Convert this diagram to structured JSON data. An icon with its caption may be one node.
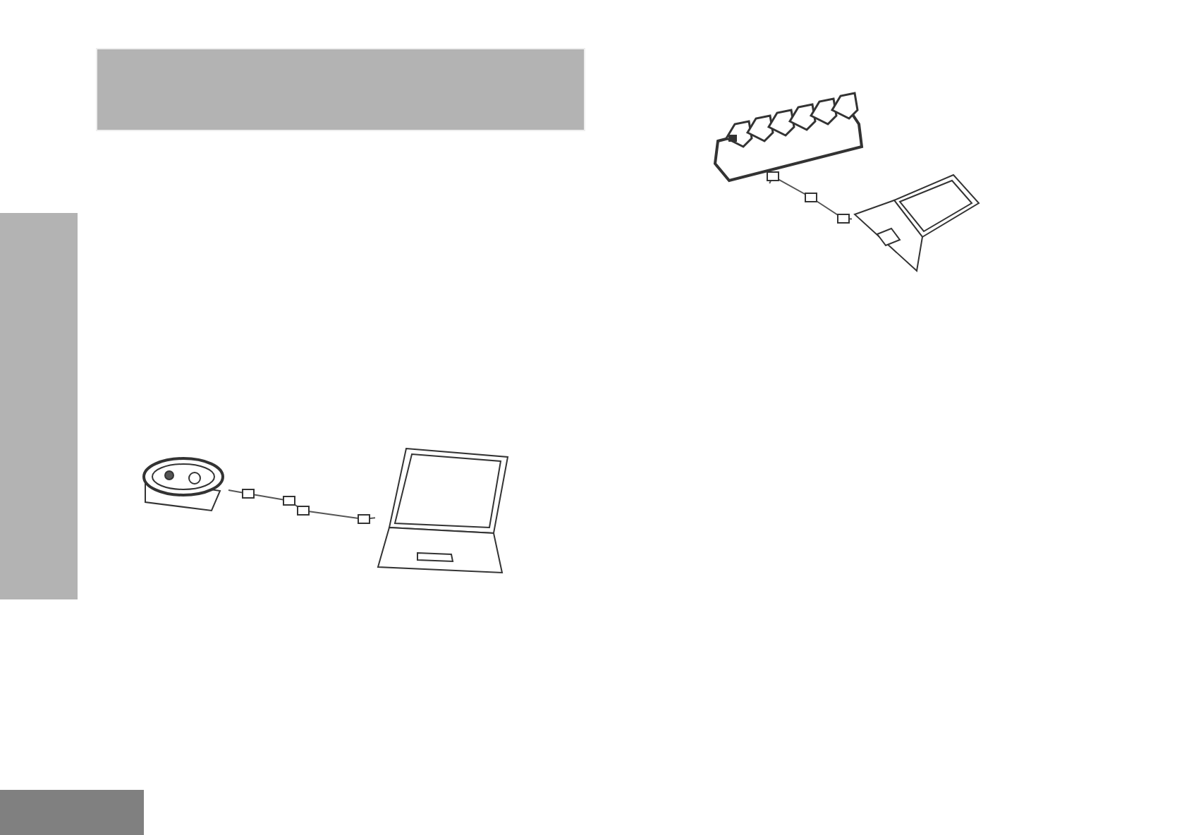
{
  "diagram": {
    "nodes": [
      {
        "text": [],
        "shape": "bar"
      },
      {
        "text": [],
        "shape": "bar"
      },
      {
        "text": [],
        "shape": "picture"
      },
      {
        "text": [],
        "shape": "picture"
      },
      {
        "text": [],
        "shape": "picture"
      },
      {
        "text": [],
        "shape": "picture"
      },
      {
        "text": [],
        "shape": "bar"
      }
    ],
    "edges": [
      {
        "from": 2,
        "to": 3,
        "arrow": "none"
      },
      {
        "from": 4,
        "to": 5,
        "arrow": "none"
      }
    ]
  }
}
